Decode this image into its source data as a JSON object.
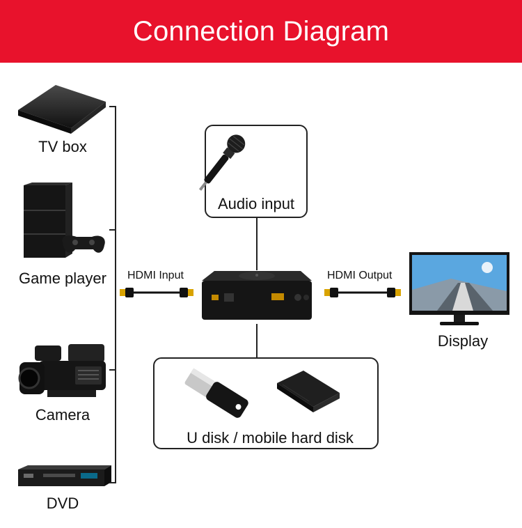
{
  "header": {
    "title": "Connection Diagram"
  },
  "sources": [
    {
      "label": "TV box",
      "icon": "tv-box-icon"
    },
    {
      "label": "Game player",
      "icon": "game-console-icon"
    },
    {
      "label": "Camera",
      "icon": "camcorder-icon"
    },
    {
      "label": "DVD",
      "icon": "dvd-player-icon"
    }
  ],
  "connections": {
    "hdmi_input": "HDMI Input",
    "hdmi_output": "HDMI Output"
  },
  "audio": {
    "label": "Audio input",
    "icon": "microphone-icon"
  },
  "display": {
    "label": "Display",
    "icon": "monitor-icon"
  },
  "storage": {
    "label": "U disk / mobile hard disk",
    "icons": [
      "usb-drive-icon",
      "hard-disk-icon"
    ]
  },
  "colors": {
    "banner": "#e8122c",
    "hdmi_connector": "#d9a300",
    "device": "#1c1c1c"
  }
}
